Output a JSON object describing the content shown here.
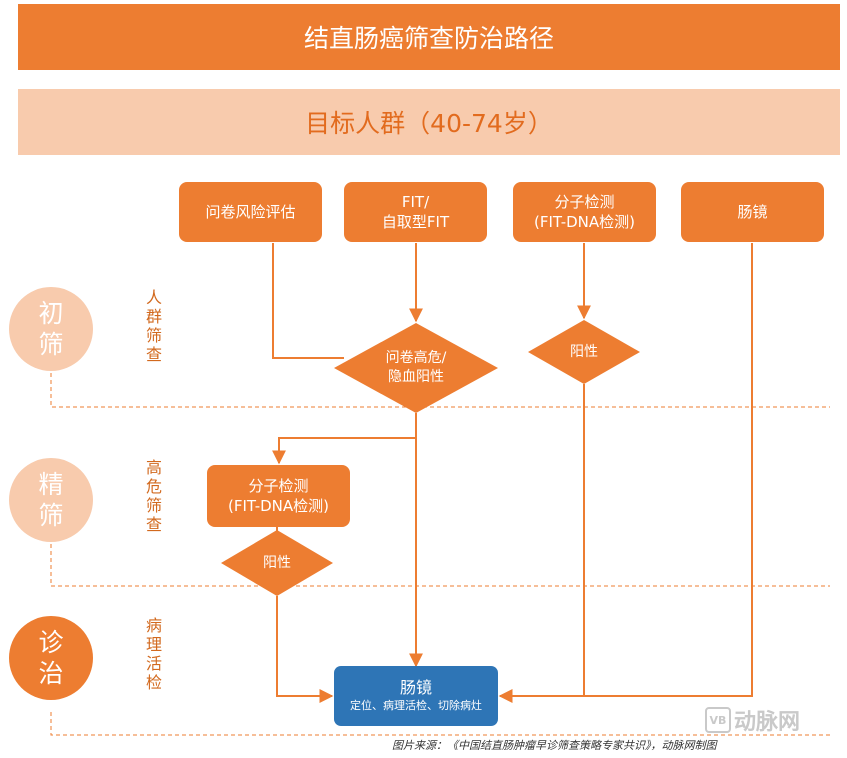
{
  "title": "结直肠癌筛查防治路径",
  "target_group": "目标人群（40-74岁）",
  "top_boxes": [
    {
      "lines": [
        "问卷风险评估"
      ]
    },
    {
      "lines": [
        "FIT/",
        "自取型FIT"
      ]
    },
    {
      "lines": [
        "分子检测",
        "(FIT-DNA检测)"
      ]
    },
    {
      "lines": [
        "肠镜"
      ]
    }
  ],
  "diamonds": {
    "high_risk": {
      "lines": [
        "问卷高危/",
        "隐血阳性"
      ]
    },
    "positive_primary": {
      "lines": [
        "阳性"
      ]
    },
    "positive_secondary": {
      "lines": [
        "阳性"
      ]
    }
  },
  "secondary_box": {
    "lines": [
      "分子检测",
      "(FIT-DNA检测)"
    ]
  },
  "stages": [
    {
      "circle": [
        "初",
        "筛"
      ],
      "side_label": "人群筛查"
    },
    {
      "circle": [
        "精",
        "筛"
      ],
      "side_label": "高危筛查"
    },
    {
      "circle": [
        "诊",
        "治"
      ],
      "side_label": "病理活检"
    }
  ],
  "final_box": {
    "title": "肠镜",
    "subtitle": "定位、病理活检、切除病灶"
  },
  "source": "图片来源：《中国结直肠肿瘤早诊筛查策略专家共识》，动脉网制图",
  "watermark": {
    "mark": "VB",
    "text": "动脉网"
  },
  "colors": {
    "orange": "#ED7D31",
    "light_orange": "#F8CBAD",
    "blue": "#2E75B6"
  }
}
